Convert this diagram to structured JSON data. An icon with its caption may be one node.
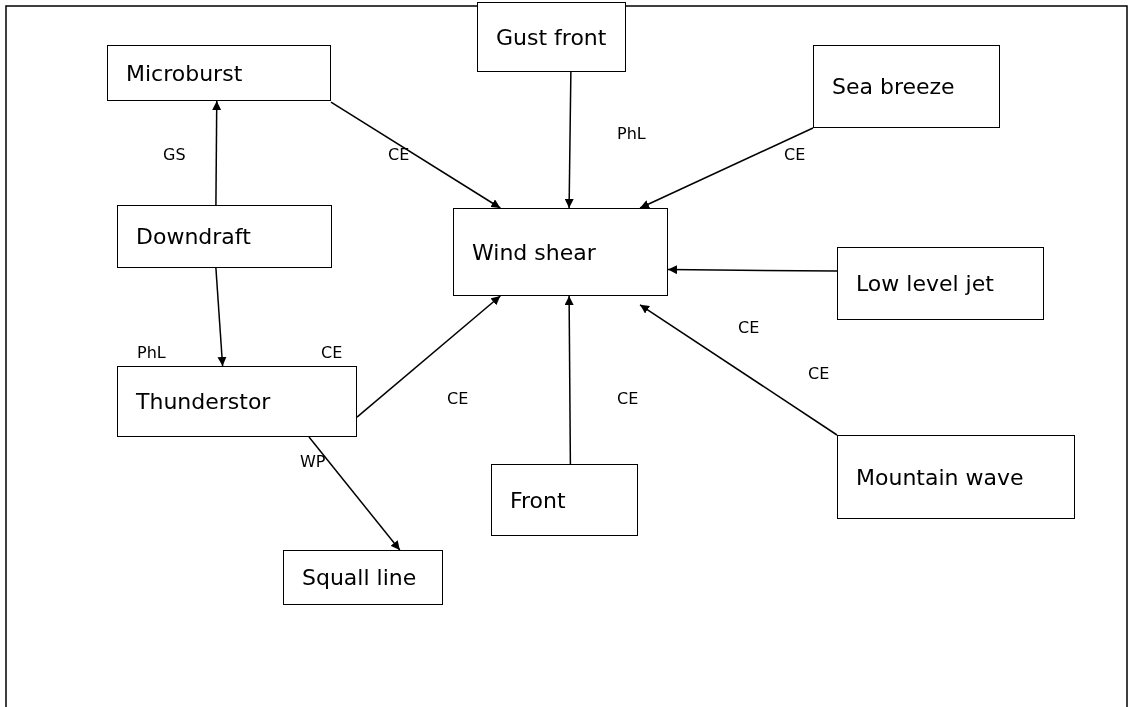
{
  "diagram": {
    "nodes": [
      {
        "text": [
          "Microburst"
        ]
      },
      {
        "text": [
          "Gust front"
        ]
      },
      {
        "text": [
          "Sea breeze"
        ]
      },
      {
        "text": [
          "Downdraft"
        ]
      },
      {
        "text": [
          "Wind shear"
        ]
      },
      {
        "text": [
          "Low level jet"
        ]
      },
      {
        "text": [
          "Thunderstor"
        ]
      },
      {
        "text": [
          "Front"
        ]
      },
      {
        "text": [
          "Mountain wave"
        ]
      },
      {
        "text": [
          "Squall line"
        ]
      }
    ],
    "edges": [
      {
        "from": 0,
        "to": 4,
        "arrow": "to",
        "label": "CE"
      },
      {
        "from": 1,
        "to": 4,
        "arrow": "to",
        "label": "PhL"
      },
      {
        "from": 2,
        "to": 4,
        "arrow": "to",
        "label": "CE"
      },
      {
        "from": 5,
        "to": 4,
        "arrow": "to",
        "label": "CE"
      },
      {
        "from": 8,
        "to": 4,
        "arrow": "to",
        "label": "CE"
      },
      {
        "from": 7,
        "to": 4,
        "arrow": "to",
        "label": "CE"
      },
      {
        "from": 6,
        "to": 4,
        "arrow": "to",
        "label": "CE"
      },
      {
        "from": 3,
        "to": 0,
        "arrow": "to",
        "label": "GS"
      },
      {
        "from": 3,
        "to": 6,
        "arrow": "to",
        "label": "PhL"
      },
      {
        "from": 6,
        "to": 9,
        "arrow": "to",
        "label": "WP"
      }
    ],
    "labels": [
      "CE"
    ]
  }
}
